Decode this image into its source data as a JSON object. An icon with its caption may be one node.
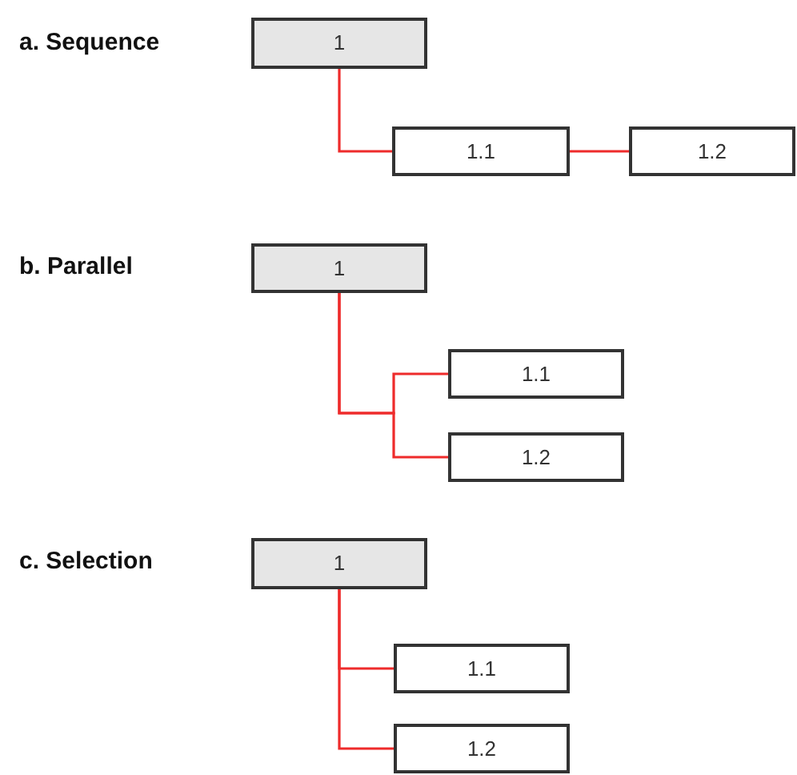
{
  "diagram": {
    "nodes": [
      {
        "text": [
          "1"
        ]
      },
      {
        "text": [
          "1.1"
        ]
      },
      {
        "text": [
          "1.2"
        ]
      },
      {
        "text": [
          "1"
        ]
      },
      {
        "text": [
          "1.1"
        ]
      },
      {
        "text": [
          "1.2"
        ]
      },
      {
        "text": [
          "1"
        ]
      },
      {
        "text": [
          "1.1"
        ]
      },
      {
        "text": [
          "1.2"
        ]
      }
    ],
    "edges": [
      {
        "from": 0,
        "to": 1,
        "arrow": "none"
      },
      {
        "from": 1,
        "to": 2,
        "arrow": "none"
      },
      {
        "from": 3,
        "to": 4,
        "arrow": "none"
      },
      {
        "from": 3,
        "to": 5,
        "arrow": "none"
      },
      {
        "from": 6,
        "to": 7,
        "arrow": "none"
      },
      {
        "from": 6,
        "to": 8,
        "arrow": "none"
      }
    ],
    "labels": [
      "a. Sequence",
      "b. Parallel",
      "c. Selection"
    ]
  }
}
